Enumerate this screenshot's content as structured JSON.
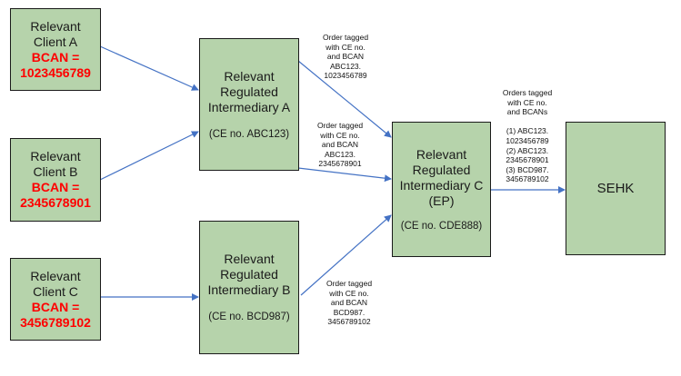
{
  "colors": {
    "box_fill": "#b6d3ab",
    "box_border": "#1a1a1a",
    "bcan_text": "#ff0000",
    "arrow": "#4472c4"
  },
  "clients": [
    {
      "line1": "Relevant",
      "line2": "Client A",
      "bcan_label": "BCAN =",
      "bcan": "1023456789"
    },
    {
      "line1": "Relevant",
      "line2": "Client B",
      "bcan_label": "BCAN =",
      "bcan": "2345678901"
    },
    {
      "line1": "Relevant",
      "line2": "Client C",
      "bcan_label": "BCAN =",
      "bcan": "3456789102"
    }
  ],
  "intermediaries": [
    {
      "line1": "Relevant",
      "line2": "Regulated",
      "line3": "Intermediary A",
      "line4": "",
      "ce": "(CE no. ABC123)"
    },
    {
      "line1": "Relevant",
      "line2": "Regulated",
      "line3": "Intermediary B",
      "line4": "",
      "ce": "(CE no. BCD987)"
    },
    {
      "line1": "Relevant",
      "line2": "Regulated",
      "line3": "Intermediary C",
      "line4": "(EP)",
      "ce": "(CE no. CDE888)"
    }
  ],
  "exchange": {
    "label": "SEHK"
  },
  "notes": {
    "order_a": [
      "Order tagged",
      "with CE no.",
      "and BCAN",
      "ABC123.",
      "1023456789"
    ],
    "order_b": [
      "Order tagged",
      "with CE no.",
      "and BCAN",
      "ABC123.",
      "2345678901"
    ],
    "order_c": [
      "Order tagged",
      "with CE no.",
      "and BCAN",
      "BCD987.",
      "3456789102"
    ],
    "orders_all": [
      "Orders tagged",
      "with CE no.",
      "and BCANs",
      "",
      "(1) ABC123.",
      "1023456789",
      "(2) ABC123.",
      "2345678901",
      "(3) BCD987.",
      "3456789102"
    ]
  }
}
